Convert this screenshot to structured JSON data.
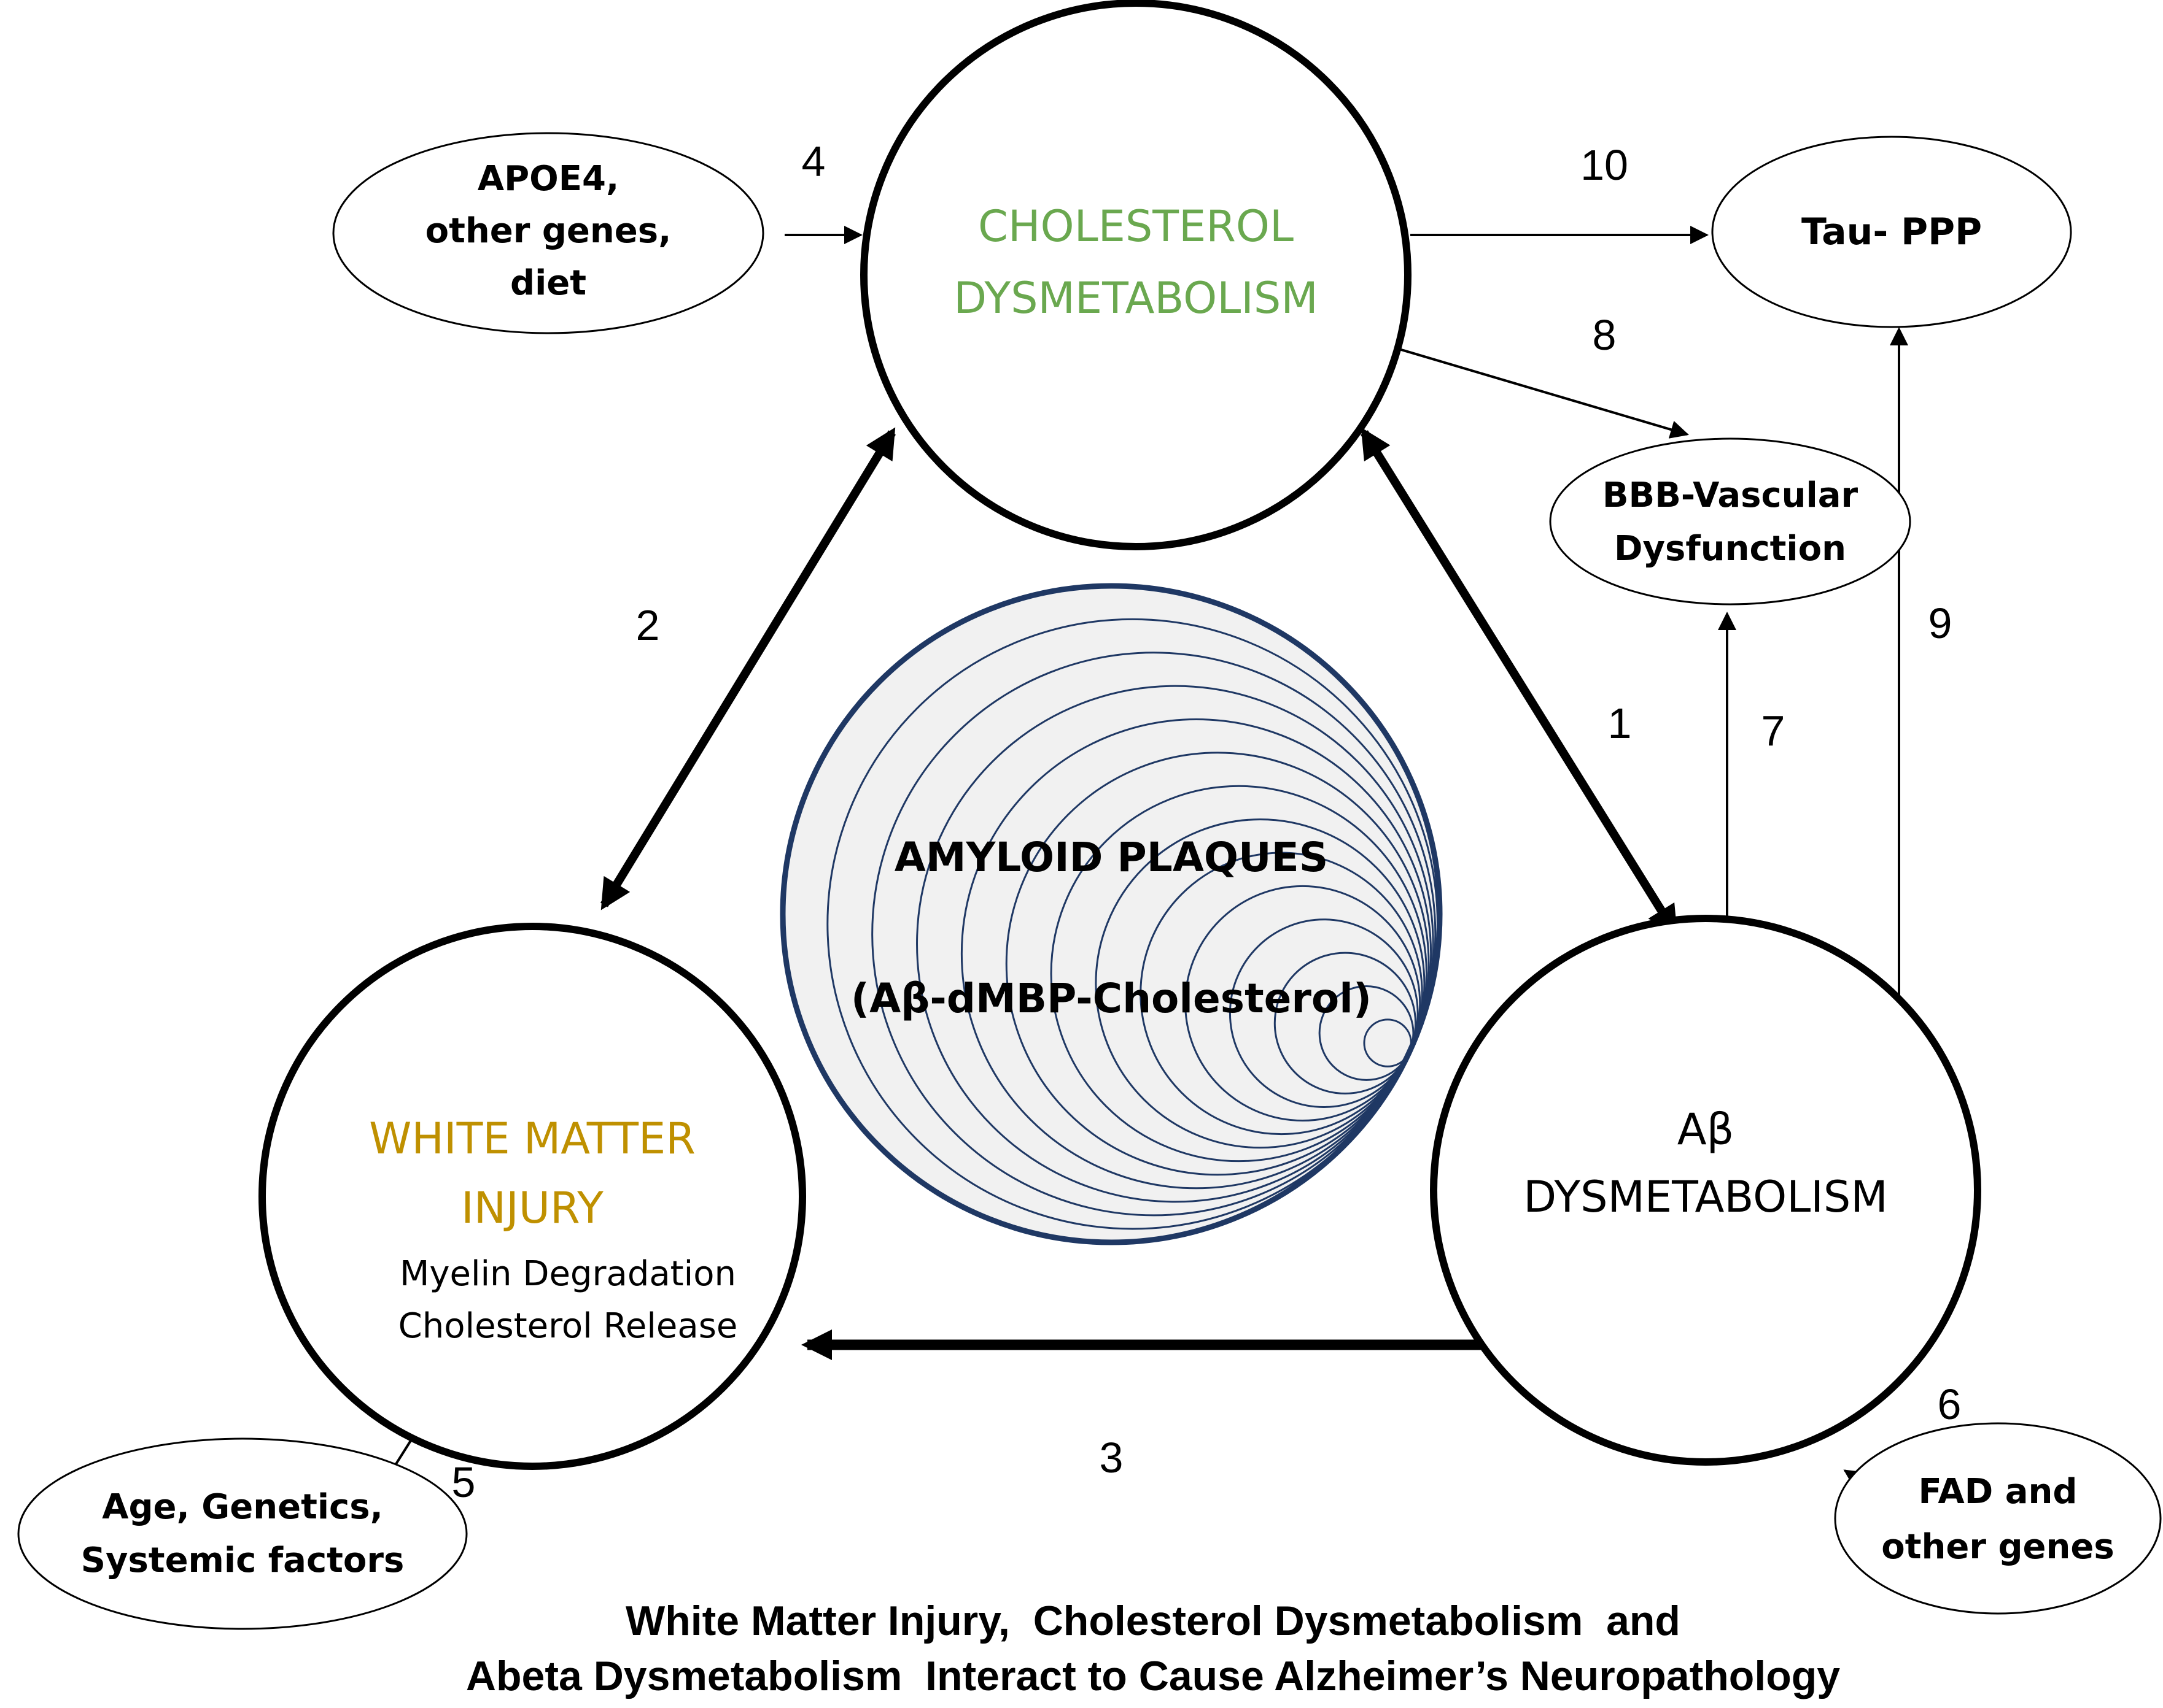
{
  "nodes": {
    "cholesterol": {
      "line1": "CHOLESTEROL",
      "line2": "DYSMETABOLISM",
      "color": "#6aa84f"
    },
    "white_matter": {
      "line1": "WHITE MATTER",
      "line2": "INJURY",
      "sub1": "Myelin Degradation",
      "sub2": "Cholesterol Release",
      "color": "#bf9000"
    },
    "abeta": {
      "line1": "Aβ",
      "line2": "DYSMETABOLISM"
    },
    "plaques": {
      "line1": "AMYLOID PLAQUES",
      "line2": "(Aβ-dMBP-Cholesterol)",
      "fill": "#f1f1f1",
      "border": "#1f3864"
    }
  },
  "ovals": {
    "apoe4": {
      "line1": "APOE4,",
      "line2": "other genes,",
      "line3": "diet"
    },
    "tau": {
      "line1": "Tau- PPP"
    },
    "bbb": {
      "line1": "BBB-Vascular",
      "line2": "Dysfunction"
    },
    "age": {
      "line1": "Age, Genetics,",
      "line2": "Systemic factors"
    },
    "fad": {
      "line1": "FAD and",
      "line2": "other genes"
    }
  },
  "edge_labels": {
    "e1": "1",
    "e2": "2",
    "e3": "3",
    "e4": "4",
    "e5": "5",
    "e6": "6",
    "e7": "7",
    "e8": "8",
    "e9": "9",
    "e10": "10"
  },
  "caption": {
    "line1": "White Matter Injury,  Cholesterol Dysmetabolism  and",
    "line2": "Abeta Dysmetabolism  Interact to Cause Alzheimer’s Neuropathology"
  }
}
